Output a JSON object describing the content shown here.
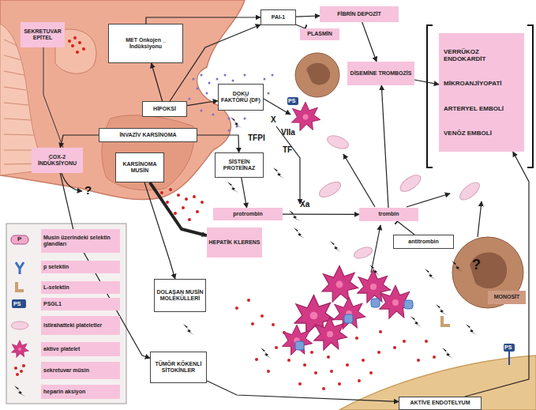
{
  "diagram": {
    "nodes": [
      {
        "text": [
          "SEKRETUVAR EPİTEL"
        ]
      },
      {
        "text": [
          "MET Onkojen _ İndüksiyonu"
        ]
      },
      {
        "text": [
          "PAI-1"
        ]
      },
      {
        "text": [
          "FİBRİN DEPOZİT"
        ]
      },
      {
        "text": [
          "PLASMİN"
        ]
      },
      {
        "text": [
          "DİSEMİNE TROMBOZİS"
        ]
      },
      {
        "text": [
          "VERRÜKOZ ENDOKARDİT",
          "MİKROANJİYOPATİ",
          "ARTERYEL EMBOLİ",
          "VENÖZ EMBOLİ"
        ]
      },
      {
        "text": [
          "HİPOKSİ"
        ]
      },
      {
        "text": [
          "DOKU FAKTÖRÜ (DF)"
        ]
      },
      {
        "text": [
          "İNVAZİV KARSİNOMA"
        ]
      },
      {
        "text": [
          "COX-2 İNDÜKSİYONU"
        ]
      },
      {
        "text": [
          "KARSİNOMA MUSİN"
        ]
      },
      {
        "text": [
          "SİSTEİN PROTEİNAZ"
        ]
      },
      {
        "text": [
          "protrombin"
        ]
      },
      {
        "text": [
          "trombin"
        ]
      },
      {
        "text": [
          "antitrombin"
        ]
      },
      {
        "text": [
          "HEPATİK KLERENS"
        ]
      },
      {
        "text": [
          "DOLAŞAN MUSİN MOLEKÜLLERİ"
        ]
      },
      {
        "text": [
          "MONOSİT"
        ]
      },
      {
        "text": [
          "TÜMÖR KÖKENLİ SİTOKİNLER"
        ]
      },
      {
        "text": [
          "AKTİVE ENDOTELYUM"
        ]
      }
    ],
    "edges": [
      {
        "from": 1,
        "to": 2,
        "arrow": "to"
      },
      {
        "from": 7,
        "to": 1,
        "arrow": "to"
      },
      {
        "from": 7,
        "to": 2,
        "arrow": "to"
      },
      {
        "from": 7,
        "to": 8,
        "arrow": "to"
      },
      {
        "from": 2,
        "to": 3,
        "arrow": "to"
      },
      {
        "from": 2,
        "to": 4,
        "arrow": "none"
      },
      {
        "from": 3,
        "to": 5,
        "arrow": "to"
      },
      {
        "from": 5,
        "to": 6,
        "arrow": "to"
      },
      {
        "from": 9,
        "to": 10,
        "arrow": "to"
      },
      {
        "from": 9,
        "to": 12,
        "arrow": "to"
      },
      {
        "from": 10,
        "to": 19,
        "arrow": "to"
      },
      {
        "from": 11,
        "to": 16,
        "arrow": "to"
      },
      {
        "from": 11,
        "to": 17,
        "arrow": "to"
      },
      {
        "from": 12,
        "to": 13,
        "arrow": "to"
      },
      {
        "from": 13,
        "to": 14,
        "label": "Xa",
        "arrow": "to"
      },
      {
        "from": 15,
        "to": 14,
        "arrow": "none"
      },
      {
        "from": 14,
        "to": 5,
        "arrow": "to"
      },
      {
        "from": 19,
        "to": 20,
        "arrow": "to"
      },
      {
        "from": 20,
        "to": 6,
        "arrow": "to"
      }
    ],
    "labels": [
      "X",
      "TFPI",
      "VIIa",
      "TF",
      "?",
      "?",
      "PS",
      "PS",
      "P",
      "PS"
    ],
    "legend": [
      {
        "text": "Musin üzerindeki selektin glandları"
      },
      {
        "text": "p selektin"
      },
      {
        "text": "L-selektin"
      },
      {
        "text": "PSGL1"
      },
      {
        "text": "istirahatteki plateletler"
      },
      {
        "text": "aktive platelet"
      },
      {
        "text": "sekretuvar müsin"
      },
      {
        "text": "heparin aksiyon"
      }
    ]
  }
}
